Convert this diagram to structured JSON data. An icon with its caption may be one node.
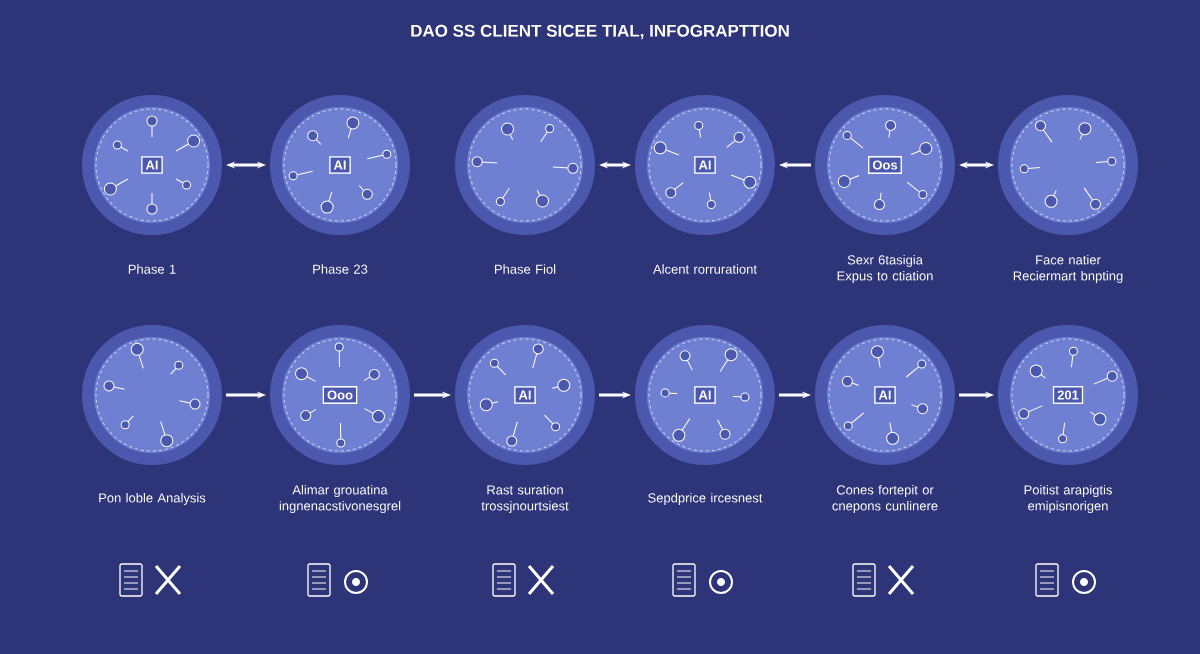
{
  "diagram": {
    "title": "DAO SS CLIENT SICEE TIAL, INFOGRAPTTION",
    "nodes": [
      {
        "text": [
          "AI"
        ],
        "beside": [
          "Phase 1"
        ]
      },
      {
        "text": [
          "AI"
        ],
        "beside": [
          "Phase 23"
        ]
      },
      {
        "text": [],
        "shape": "circle",
        "beside": [
          "Phase Fiol"
        ]
      },
      {
        "text": [
          "AI"
        ],
        "beside": [
          "Alcent rorrurationt"
        ]
      },
      {
        "text": [
          "Oos"
        ],
        "beside": [
          "Sexr 6tasigia Expus to ctiation"
        ]
      },
      {
        "text": [],
        "shape": "circle",
        "beside": [
          "Face natier Reciermart bnpting"
        ]
      },
      {
        "text": [],
        "shape": "circle",
        "beside": [
          "Pon loble Analysis"
        ]
      },
      {
        "text": [
          "Ooo"
        ],
        "beside": [
          "Alimar grouatina ingnenacstivonesgrel"
        ]
      },
      {
        "text": [
          "AI"
        ],
        "beside": [
          "Rast suration trossjnourtsiest"
        ]
      },
      {
        "text": [
          "AI"
        ],
        "beside": [
          "Sepdprice ircesnest"
        ]
      },
      {
        "text": [
          "AI"
        ],
        "beside": [
          "Cones fortepit or cnepons cunlinere"
        ]
      },
      {
        "text": [
          "201"
        ],
        "beside": [
          "Poitist arapigtis emipisnorigen"
        ]
      }
    ],
    "edges": [
      {
        "from": 0,
        "to": 1,
        "arrow": "both"
      },
      {
        "from": 2,
        "to": 3,
        "arrow": "both"
      },
      {
        "from": 4,
        "to": 3,
        "arrow": "to"
      },
      {
        "from": 4,
        "to": 5,
        "arrow": "both"
      },
      {
        "from": 6,
        "to": 7,
        "arrow": "to"
      },
      {
        "from": 7,
        "to": 8,
        "arrow": "to"
      },
      {
        "from": 8,
        "to": 9,
        "arrow": "to"
      },
      {
        "from": 9,
        "to": 10,
        "arrow": "to"
      },
      {
        "from": 10,
        "to": 11,
        "arrow": "to"
      }
    ]
  }
}
